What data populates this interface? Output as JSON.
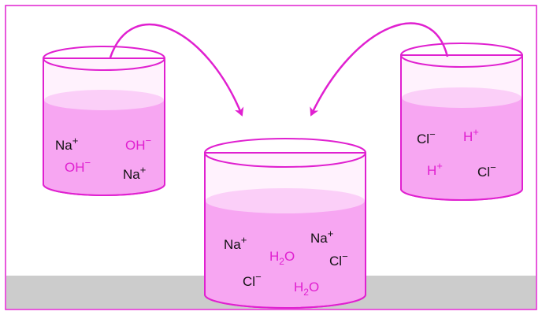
{
  "colors": {
    "frame": "#e020d0",
    "liquid": "#f7a6f2",
    "liquid_top": "#fbcff8",
    "glass_fill": "#fff2fd",
    "floor": "#cccccc",
    "ion_dark": "#111111",
    "ion_accent": "#e020d0",
    "arrow": "#e020d0"
  },
  "beakers": {
    "left": {
      "ions": [
        {
          "base": "Na",
          "sup": "+",
          "sub": "",
          "tail": "",
          "color": "dark"
        },
        {
          "base": "OH",
          "sup": "−",
          "sub": "",
          "tail": "",
          "color": "accent"
        },
        {
          "base": "OH",
          "sup": "−",
          "sub": "",
          "tail": "",
          "color": "accent"
        },
        {
          "base": "Na",
          "sup": "+",
          "sub": "",
          "tail": "",
          "color": "dark"
        }
      ]
    },
    "right": {
      "ions": [
        {
          "base": "Cl",
          "sup": "−",
          "sub": "",
          "tail": "",
          "color": "dark"
        },
        {
          "base": "H",
          "sup": "+",
          "sub": "",
          "tail": "",
          "color": "accent"
        },
        {
          "base": "H",
          "sup": "+",
          "sub": "",
          "tail": "",
          "color": "accent"
        },
        {
          "base": "Cl",
          "sup": "−",
          "sub": "",
          "tail": "",
          "color": "dark"
        }
      ]
    },
    "center": {
      "ions": [
        {
          "base": "Na",
          "sup": "+",
          "sub": "",
          "tail": "",
          "color": "dark"
        },
        {
          "base": "H",
          "sup": "",
          "sub": "2",
          "tail": "O",
          "color": "accent"
        },
        {
          "base": "Na",
          "sup": "+",
          "sub": "",
          "tail": "",
          "color": "dark"
        },
        {
          "base": "Cl",
          "sup": "−",
          "sub": "",
          "tail": "",
          "color": "dark"
        },
        {
          "base": "Cl",
          "sup": "−",
          "sub": "",
          "tail": "",
          "color": "dark"
        },
        {
          "base": "H",
          "sup": "",
          "sub": "2",
          "tail": "O",
          "color": "accent"
        }
      ]
    }
  }
}
